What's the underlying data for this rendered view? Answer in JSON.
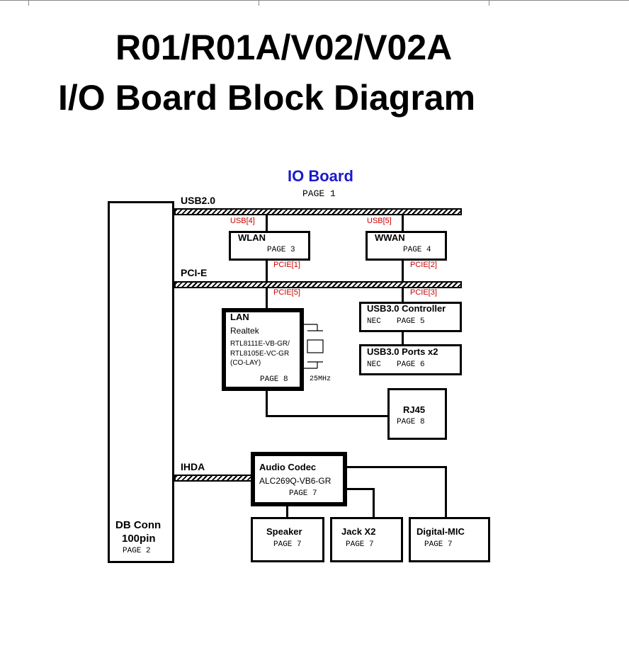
{
  "title": {
    "line1": "R01/R01A/V02/V02A",
    "line2": "I/O Board Block Diagram"
  },
  "board": {
    "name": "IO Board",
    "page": "PAGE 1",
    "name_color": "#1a1acc"
  },
  "buses": {
    "usb": "USB2.0",
    "pcie": "PCI-E",
    "ihda": "IHDA"
  },
  "signals": {
    "usb4": "USB[4]",
    "usb5": "USB[5]",
    "pcie1": "PCIE[1]",
    "pcie2": "PCIE[2]",
    "pcie5": "PCIE[5]",
    "pcie3": "PCIE[3]",
    "color": "#cc0000"
  },
  "blocks": {
    "db_conn": {
      "line1": "DB Conn",
      "line2": "100pin",
      "page": "PAGE 2"
    },
    "wlan": {
      "name": "WLAN",
      "page": "PAGE 3"
    },
    "wwan": {
      "name": "WWAN",
      "page": "PAGE 4"
    },
    "lan": {
      "name": "LAN",
      "vendor": "Realtek",
      "part1": "RTL8111E-VB-GR/",
      "part2": "RTL8105E-VC-GR",
      "part3": "(CO-LAY)",
      "page": "PAGE 8"
    },
    "crystal": {
      "freq": "25MHz"
    },
    "usb3_ctrl": {
      "name": "USB3.0 Controller",
      "vendor": "NEC",
      "page": "PAGE 5"
    },
    "usb3_ports": {
      "name": "USB3.0 Ports x2",
      "vendor": "NEC",
      "page": "PAGE 6"
    },
    "rj45": {
      "name": "RJ45",
      "page": "PAGE 8"
    },
    "audio": {
      "name": "Audio Codec",
      "part": "ALC269Q-VB6-GR",
      "page": "PAGE 7"
    },
    "speaker": {
      "name": "Speaker",
      "page": "PAGE 7"
    },
    "jack": {
      "name": "Jack X2",
      "page": "PAGE 7"
    },
    "dmic": {
      "name": "Digital-MIC",
      "page": "PAGE 7"
    }
  }
}
